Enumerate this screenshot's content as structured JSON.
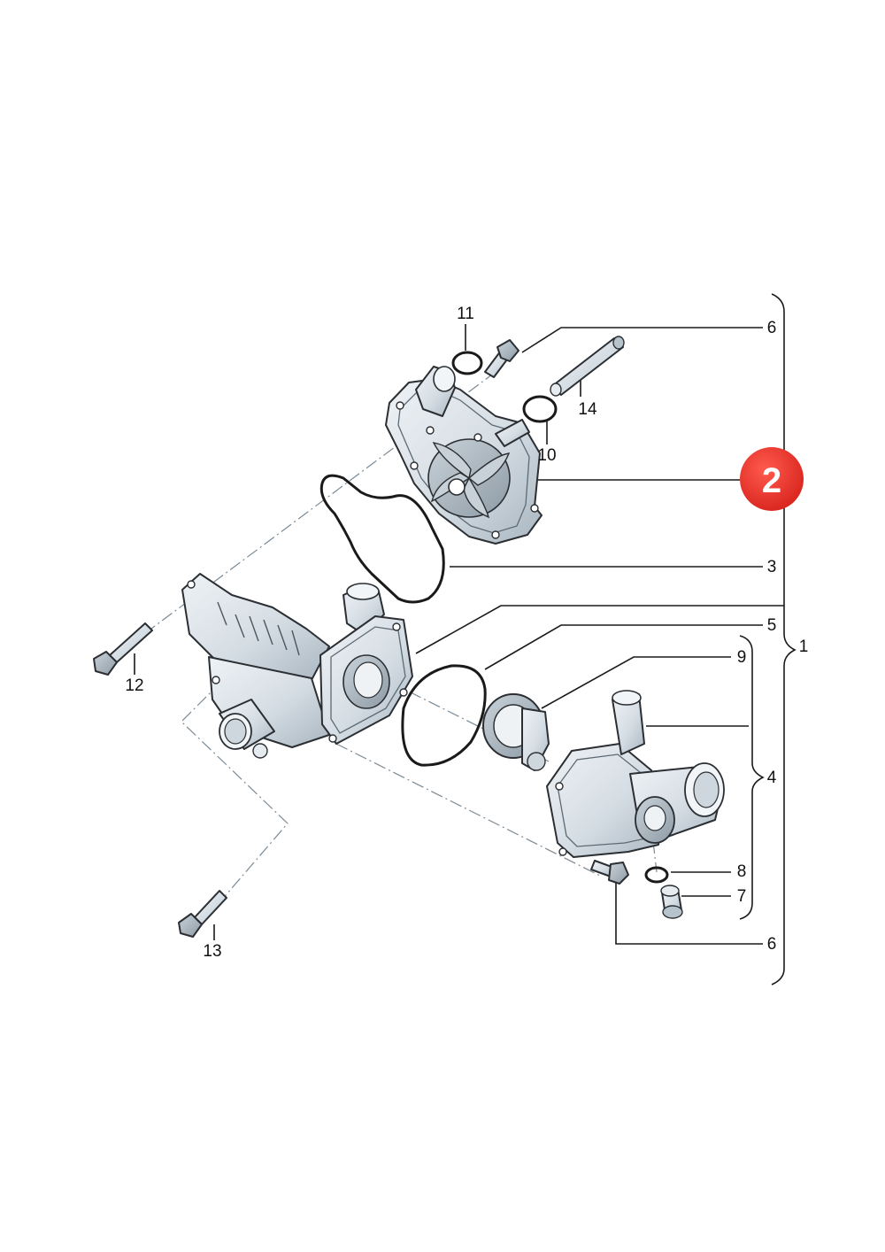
{
  "callouts": {
    "c1": "1",
    "c3": "3",
    "c4": "4",
    "c5": "5",
    "c6_top": "6",
    "c6_bottom": "6",
    "c7": "7",
    "c8": "8",
    "c9": "9",
    "c10": "10",
    "c11": "11",
    "c12": "12",
    "c13": "13",
    "c14": "14"
  },
  "highlight_badge": {
    "label": "2",
    "color": "#e8302a"
  },
  "colors": {
    "part_fill": "#dfe6ec",
    "part_shade": "#b7c3cc",
    "line": "#1a1a1a"
  }
}
